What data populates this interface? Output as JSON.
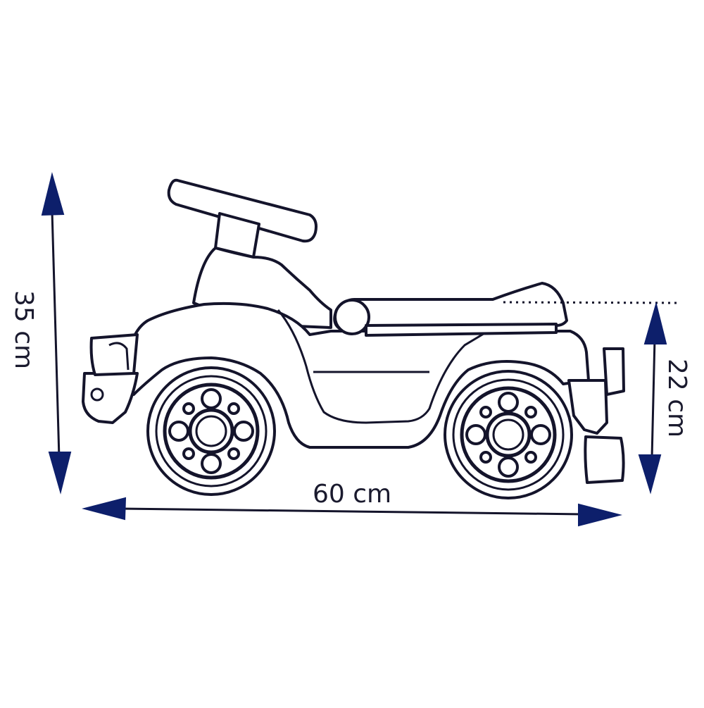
{
  "colors": {
    "outline": "#14142b",
    "arrow": "#0d1f6b",
    "background": "#ffffff"
  },
  "dimensions": {
    "height_total": "35 cm",
    "seat_height": "22 cm",
    "length": "60 cm"
  }
}
